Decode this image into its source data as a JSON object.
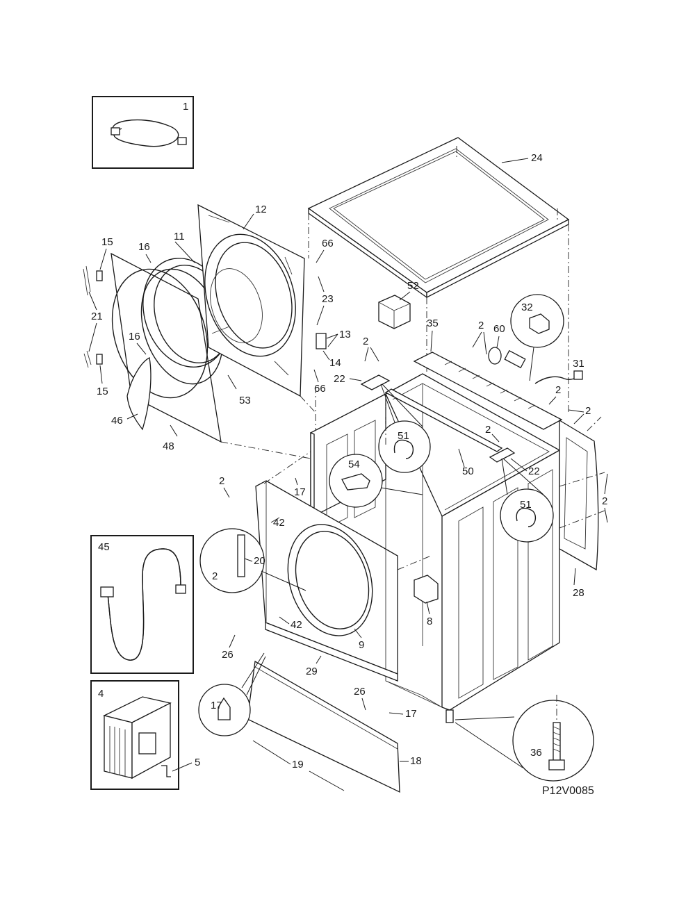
{
  "diagram_code": "P12V0085",
  "labels": {
    "l1": "1",
    "l2": "2",
    "l4": "4",
    "l5": "5",
    "l8": "8",
    "l9": "9",
    "l11": "11",
    "l12": "12",
    "l13": "13",
    "l14": "14",
    "l15": "15",
    "l16": "16",
    "l17": "17",
    "l18": "18",
    "l19": "19",
    "l20": "20",
    "l21": "21",
    "l22": "22",
    "l23": "23",
    "l24": "24",
    "l26": "26",
    "l28": "28",
    "l29": "29",
    "l31": "31",
    "l32": "32",
    "l35": "35",
    "l36": "36",
    "l42": "42",
    "l45": "45",
    "l46": "46",
    "l48": "48",
    "l50": "50",
    "l51": "51",
    "l52": "52",
    "l53": "53",
    "l54": "54",
    "l60": "60",
    "l66": "66"
  }
}
